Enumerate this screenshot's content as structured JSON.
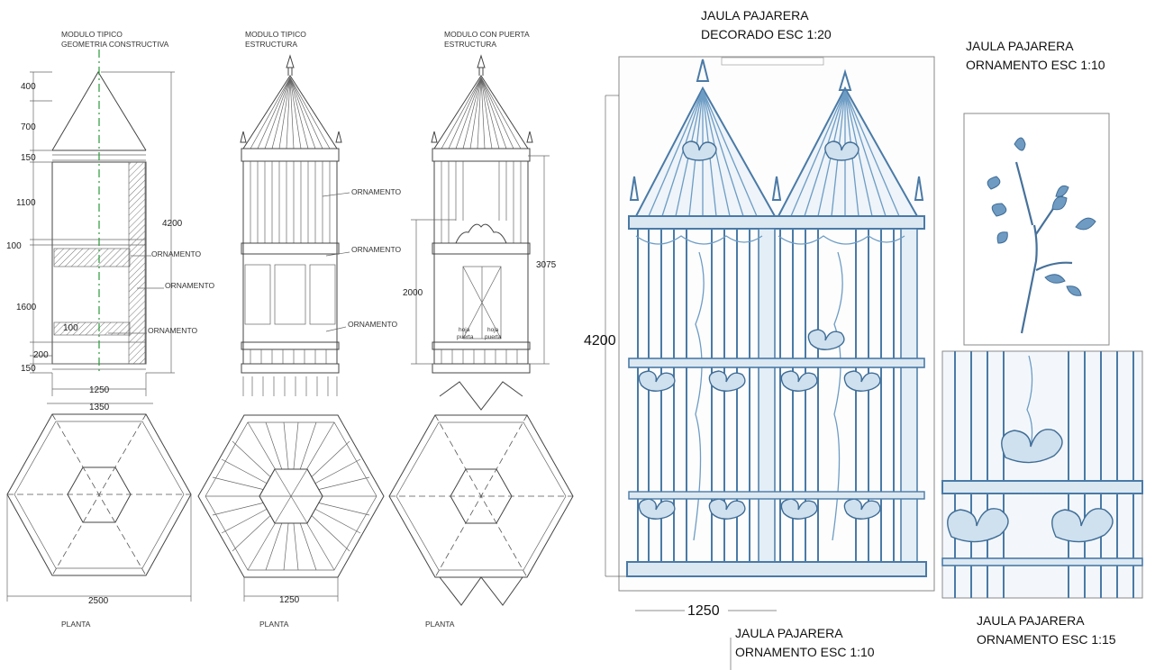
{
  "drawings": {
    "typical_geometry": {
      "title_line1": "MODULO TIPICO",
      "title_line2": "GEOMETRIA CONSTRUCTIVA"
    },
    "typical_structure": {
      "title_line1": "MODULO TIPICO",
      "title_line2": "ESTRUCTURA"
    },
    "door_module": {
      "title_line1": "MODULO CON PUERTA",
      "title_line2": "ESTRUCTURA"
    }
  },
  "dimensions": {
    "left_vertical": [
      "400",
      "700",
      "150",
      "1100",
      "100",
      "1600",
      "100",
      "200",
      "150"
    ],
    "total_height": "4200",
    "width_1250": "1250",
    "width_1350": "1350",
    "plan_width": "2500",
    "structure_plan_width": "1250",
    "door_height": "2000",
    "door_total": "3075",
    "decorated_height": "4200",
    "decorated_width": "1250"
  },
  "labels": {
    "ornamento": "ORNAMENTO",
    "planta": "PLANTA",
    "hoja_puerta": "hoja\npuerta"
  },
  "panels": {
    "decorated": {
      "line1": "JAULA PAJARERA",
      "line2": "DECORADO ESC 1:20"
    },
    "ornament_10_top": {
      "line1": "JAULA PAJARERA",
      "line2": "ORNAMENTO  ESC 1:10"
    },
    "ornament_10_bottom": {
      "line1": "JAULA PAJARERA",
      "line2": "ORNAMENTO  ESC 1:10"
    },
    "ornament_15": {
      "line1": "JAULA PAJARERA",
      "line2": "ORNAMENTO  ESC 1:15"
    }
  },
  "colors": {
    "axis": "#2a9a3a",
    "iron": "#4a7aa6",
    "ornament_fill": "#cfe0ee"
  }
}
